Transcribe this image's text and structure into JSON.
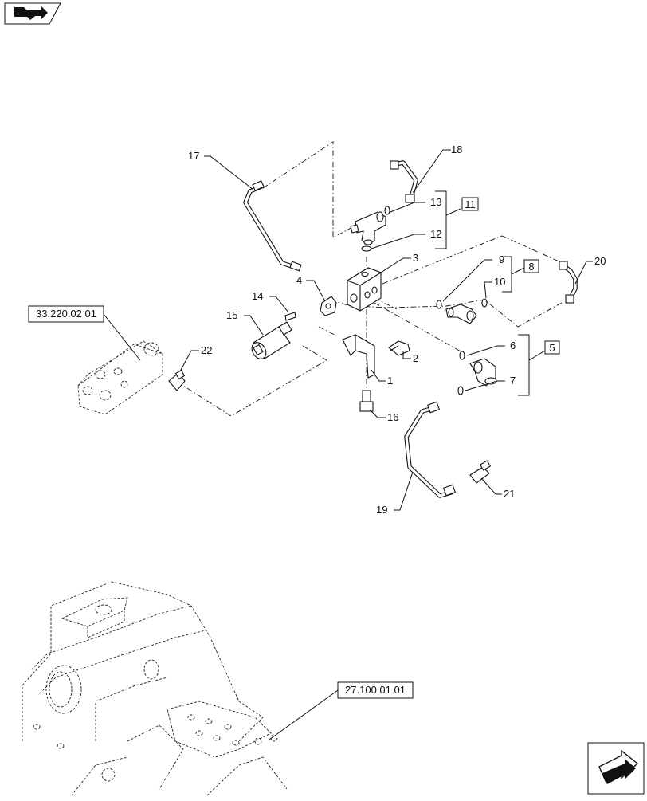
{
  "references": {
    "ref_left": "33.220.02 01",
    "ref_bottom": "27.100.01 01"
  },
  "callouts": [
    "1",
    "2",
    "3",
    "4",
    "5",
    "6",
    "7",
    "8",
    "9",
    "10",
    "11",
    "12",
    "13",
    "14",
    "15",
    "16",
    "17",
    "18",
    "19",
    "20",
    "21",
    "22"
  ],
  "icons": {
    "top_left": "book-arrow-icon",
    "bottom_right": "next-page-arrow-icon"
  }
}
